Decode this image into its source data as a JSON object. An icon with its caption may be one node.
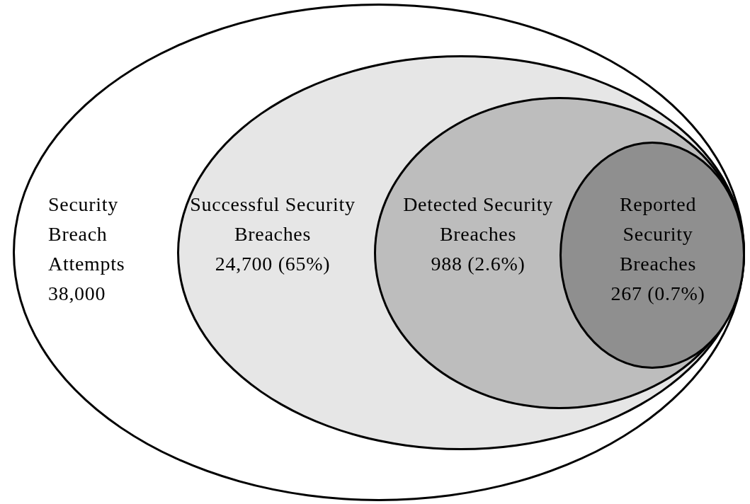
{
  "diagram": {
    "nodes": [
      {
        "text": [
          "Security Breach Attempts",
          "38,000"
        ]
      },
      {
        "text": [
          "Successful Security Breaches",
          "24,700 (65%)"
        ],
        "in": 0
      },
      {
        "text": [
          "Detected Security Breaches",
          "988 (2.6%)"
        ],
        "in": 1
      },
      {
        "text": [
          "Reported Security Breaches",
          "267 (0.7%)"
        ],
        "in": 2
      }
    ]
  }
}
